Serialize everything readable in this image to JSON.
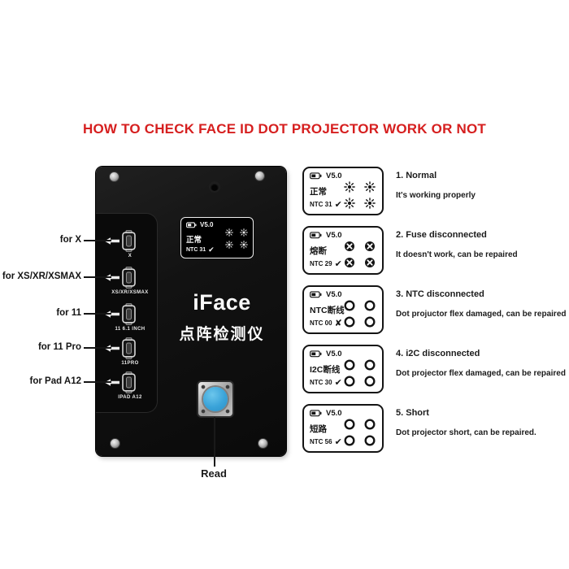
{
  "title": "HOW TO CHECK FACE ID DOT PROJECTOR WORK OR NOT",
  "colors": {
    "title_red": "#d61f1f",
    "read_button_blue": "#3aa3d9",
    "board_black": "#111111"
  },
  "device": {
    "brand": "iFace",
    "subtitle": "点阵检测仪",
    "read_label": "Read",
    "screen": {
      "version": "V5.0",
      "status": "正常",
      "ntc": "NTC 31",
      "mark": "✔",
      "icon": "sun-icon"
    },
    "connectors": [
      {
        "label": "for X",
        "port": "X"
      },
      {
        "label": "for XS/XR/XSMAX",
        "port": "XS/XR/XSMAX"
      },
      {
        "label": "for 11",
        "port": "11 6.1 INCH"
      },
      {
        "label": "for 11 Pro",
        "port": "11PRO"
      },
      {
        "label": "for Pad A12",
        "port": "IPAD A12"
      }
    ]
  },
  "cases": [
    {
      "version": "V5.0",
      "status": "正常",
      "ntc": "NTC 31",
      "mark": "✔",
      "icon": "sun-icon",
      "heading": "1. Normal",
      "desc": "It's working properly"
    },
    {
      "version": "V5.0",
      "status": "熔断",
      "ntc": "NTC 29",
      "mark": "✔",
      "icon": "fuse-blown-icon",
      "heading": "2. Fuse disconnected",
      "desc": "It doesn't work, can be repaired"
    },
    {
      "version": "V5.0",
      "status": "NTC断线",
      "ntc": "NTC 00",
      "mark": "✘",
      "icon": "open-circle-icon",
      "heading": "3. NTC disconnected",
      "desc": "Dot projuctor flex damaged, can be repaired"
    },
    {
      "version": "V5.0",
      "status": "I2C断线",
      "ntc": "NTC 30",
      "mark": "✔",
      "icon": "open-circle-icon",
      "heading": "4. i2C disconnected",
      "desc": "Dot projector flex damaged, can be repaired"
    },
    {
      "version": "V5.0",
      "status": "短路",
      "ntc": "NTC 56",
      "mark": "✔",
      "icon": "open-circle-icon",
      "heading": "5. Short",
      "desc": "Dot projector short, can be repaired."
    }
  ]
}
